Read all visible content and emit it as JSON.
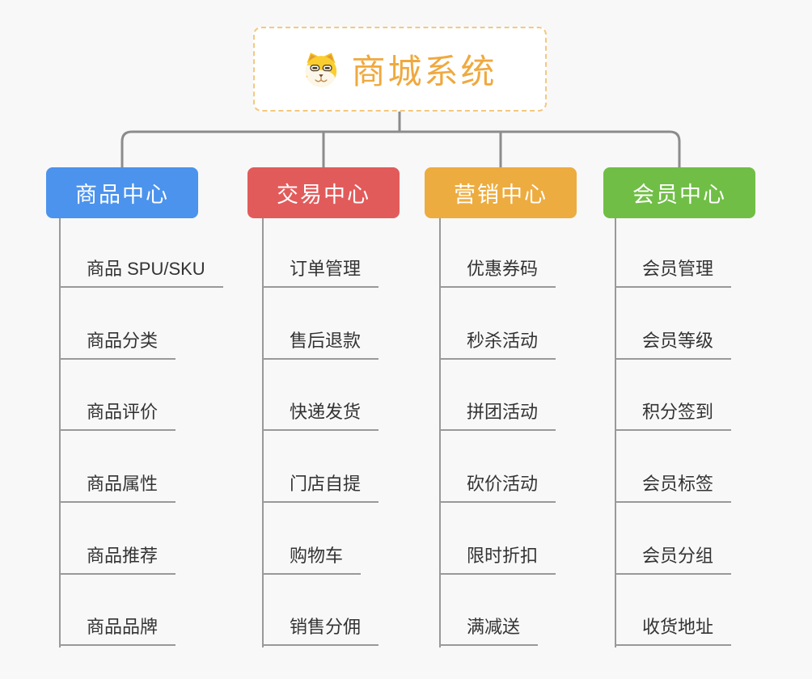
{
  "root": {
    "title": "商城系统",
    "icon": "doge-icon",
    "title_color": "#EFA93F",
    "border_color": "#F4C87D"
  },
  "colors": {
    "background": "#F8F8F8",
    "connector": "#8C8C8C",
    "leaf_line": "#999999",
    "leaf_text": "#333333"
  },
  "branches": [
    {
      "label": "商品中心",
      "color": "#4B93ED",
      "items": [
        "商品 SPU/SKU",
        "商品分类",
        "商品评价",
        "商品属性",
        "商品推荐",
        "商品品牌"
      ]
    },
    {
      "label": "交易中心",
      "color": "#E25B5B",
      "items": [
        "订单管理",
        "售后退款",
        "快递发货",
        "门店自提",
        "购物车",
        "销售分佣"
      ]
    },
    {
      "label": "营销中心",
      "color": "#EDAC3F",
      "items": [
        "优惠券码",
        "秒杀活动",
        "拼团活动",
        "砍价活动",
        "限时折扣",
        "满减送"
      ]
    },
    {
      "label": "会员中心",
      "color": "#70BE46",
      "items": [
        "会员管理",
        "会员等级",
        "积分签到",
        "会员标签",
        "会员分组",
        "收货地址"
      ]
    }
  ]
}
